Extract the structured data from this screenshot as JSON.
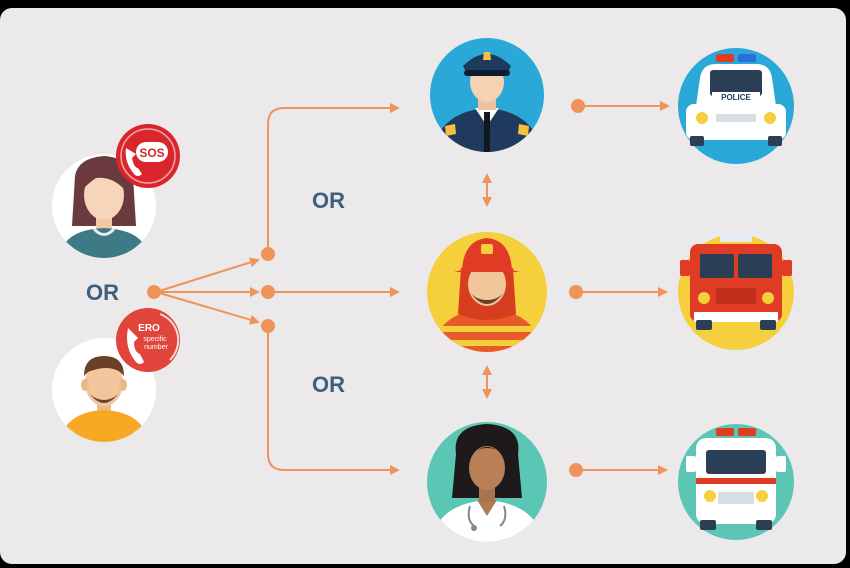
{
  "labels": {
    "or_left": "OR",
    "or_upper": "OR",
    "or_lower": "OR"
  },
  "badges": {
    "sos": "SOS",
    "ero_line1": "ERO",
    "ero_line2": "specific",
    "ero_line3": "number"
  },
  "vehicles": {
    "police_sign": "POLICE"
  },
  "icons": {
    "caller_woman": "woman-caller-icon",
    "caller_man": "man-caller-icon",
    "sos_badge": "sos-phone-badge-icon",
    "ero_badge": "ero-phone-badge-icon",
    "police_officer": "police-officer-icon",
    "firefighter": "firefighter-icon",
    "doctor": "doctor-icon",
    "police_car": "police-car-icon",
    "fire_truck": "fire-truck-icon",
    "ambulance": "ambulance-icon"
  },
  "colors": {
    "background": "#ebe9ea",
    "arrow": "#f0935a",
    "label_text": "#3f5f7d",
    "badge_red": "#d9252b",
    "police_circle": "#2aa9d9",
    "fire_circle": "#f6cf3d",
    "medical_circle": "#5cc6b4"
  }
}
